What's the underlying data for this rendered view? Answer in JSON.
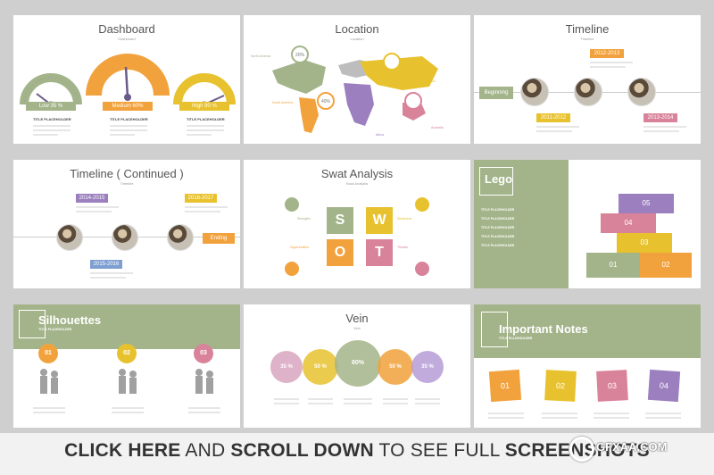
{
  "colors": {
    "green": "#a4b48a",
    "orange": "#f2a23c",
    "yellow": "#e8c22e",
    "pink": "#d9839a",
    "purple": "#9b7fbf",
    "gray": "#8f9090"
  },
  "slides": {
    "dashboard": {
      "title": "Dashboard",
      "subtitle": "Dashboard",
      "gauges": [
        {
          "label": "Low 35 %",
          "value": 35,
          "color": "#a4b48a",
          "placeholder": "TITLE PLACEHOLDER"
        },
        {
          "label": "Medium 60%",
          "value": 60,
          "color": "#f2a23c",
          "placeholder": "TITLE PLACEHOLDER"
        },
        {
          "label": "High 90 %",
          "value": 90,
          "color": "#e8c22e",
          "placeholder": "TITLE PLACEHOLDER"
        }
      ]
    },
    "location": {
      "title": "Location",
      "subtitle": "Location",
      "regions": [
        {
          "label": "North America",
          "pct": "20%",
          "color": "#a4b48a"
        },
        {
          "label": "South America",
          "pct": "40%",
          "color": "#f2a23c"
        },
        {
          "label": "Russia",
          "pct": "",
          "color": "#e8c22e"
        },
        {
          "label": "Africa",
          "pct": "",
          "color": "#9b7fbf"
        },
        {
          "label": "Australia",
          "pct": "",
          "color": "#d9839a"
        }
      ]
    },
    "timeline": {
      "title": "Timeline",
      "subtitle": "Timeline",
      "start": "Beginning",
      "items": [
        {
          "label": "2011-2012",
          "color": "#e8c22e"
        },
        {
          "label": "2012-2013",
          "color": "#f2a23c"
        },
        {
          "label": "2013-2014",
          "color": "#d9839a"
        }
      ]
    },
    "timeline2": {
      "title": "Timeline ( Continued )",
      "subtitle": "Timeline",
      "items": [
        {
          "label": "2014-2015",
          "color": "#9b7fbf"
        },
        {
          "label": "2015-2016",
          "color": "#7e9fd1"
        },
        {
          "label": "2016-2017",
          "color": "#e8c22e"
        }
      ],
      "end": "Ending"
    },
    "swot": {
      "title": "Swat Analysis",
      "subtitle": "Swat Analysis",
      "letters": [
        {
          "letter": "S",
          "color": "#a4b48a"
        },
        {
          "letter": "W",
          "color": "#e8c22e"
        },
        {
          "letter": "O",
          "color": "#f2a23c"
        },
        {
          "letter": "T",
          "color": "#d9839a"
        }
      ],
      "labels": [
        "Strengths",
        "Weakness",
        "Opportunities",
        "Threats"
      ]
    },
    "lego": {
      "title": "Lego",
      "items": [
        "TITLE PLACEHOLDER",
        "TITLE PLACEHOLDER",
        "TITLE PLACEHOLDER",
        "TITLE PLACEHOLDER",
        "TITLE PLACEHOLDER"
      ],
      "bricks": [
        "01",
        "02",
        "03",
        "04",
        "05"
      ]
    },
    "silhouettes": {
      "title": "Silhouettes",
      "placeholder": "TITLE PLACEHOLDER",
      "nums": [
        "01",
        "02",
        "03"
      ]
    },
    "vein": {
      "title": "Vein",
      "subtitle": "Vein",
      "bubbles": [
        "35 %",
        "50 %",
        "80%",
        "50 %",
        "35 %"
      ]
    },
    "notes": {
      "title": "Important Notes",
      "placeholder": "TITLE PLACEHOLDER",
      "notes": [
        "01",
        "02",
        "03",
        "04"
      ]
    }
  },
  "cta": {
    "part1": "CLICK HERE",
    "part2": " AND ",
    "part3": "SCROLL DOWN",
    "part4": " TO SEE FULL ",
    "part5": "SCREENSHOTS"
  },
  "watermark": "GFXAA.COM"
}
